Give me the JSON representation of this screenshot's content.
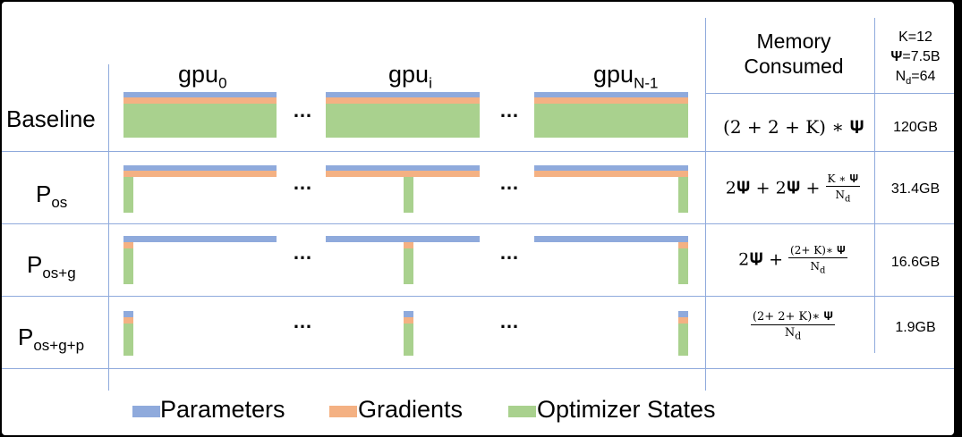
{
  "columns": {
    "gpu0": {
      "base": "gpu",
      "sub": "0"
    },
    "gpui": {
      "base": "gpu",
      "sub": "i"
    },
    "gpuN": {
      "base": "gpu",
      "sub": "N-1"
    },
    "ellipsis": "…",
    "memory_line1": "Memory",
    "memory_line2": "Consumed"
  },
  "params": {
    "k": "K=12",
    "psi_symbol": "Ψ",
    "psi_value": "=7.5B",
    "nd_base": "N",
    "nd_sub": "d",
    "nd_value": "=64"
  },
  "rows": [
    {
      "label": "Baseline",
      "sub": "",
      "formula": "(2 + 2 + K) ∗ 𝚿",
      "memory": "120GB"
    },
    {
      "label": "P",
      "sub": "os",
      "formula_a": "2𝚿 + 2𝚿 +",
      "formula_num": "K ∗ 𝚿",
      "formula_den": "N",
      "formula_den_sub": "d",
      "memory": "31.4GB"
    },
    {
      "label": "P",
      "sub": "os+g",
      "formula_a": "2𝚿 +",
      "formula_num": "(2+ K)∗ 𝚿",
      "formula_den": "N",
      "formula_den_sub": "d",
      "memory": "16.6GB"
    },
    {
      "label": "P",
      "sub": "os+g+p",
      "formula_num": "(2+ 2+ K)∗ 𝚿",
      "formula_den": "N",
      "formula_den_sub": "d",
      "memory": "1.9GB"
    }
  ],
  "legend": [
    {
      "label": "Parameters",
      "color": "#8faadc"
    },
    {
      "label": "Gradients",
      "color": "#f4b183"
    },
    {
      "label": "Optimizer States",
      "color": "#a9d18e"
    }
  ],
  "colors": {
    "parameters": "#8faadc",
    "gradients": "#f4b183",
    "optimizer_states": "#a9d18e",
    "grid": "#8faadc"
  }
}
